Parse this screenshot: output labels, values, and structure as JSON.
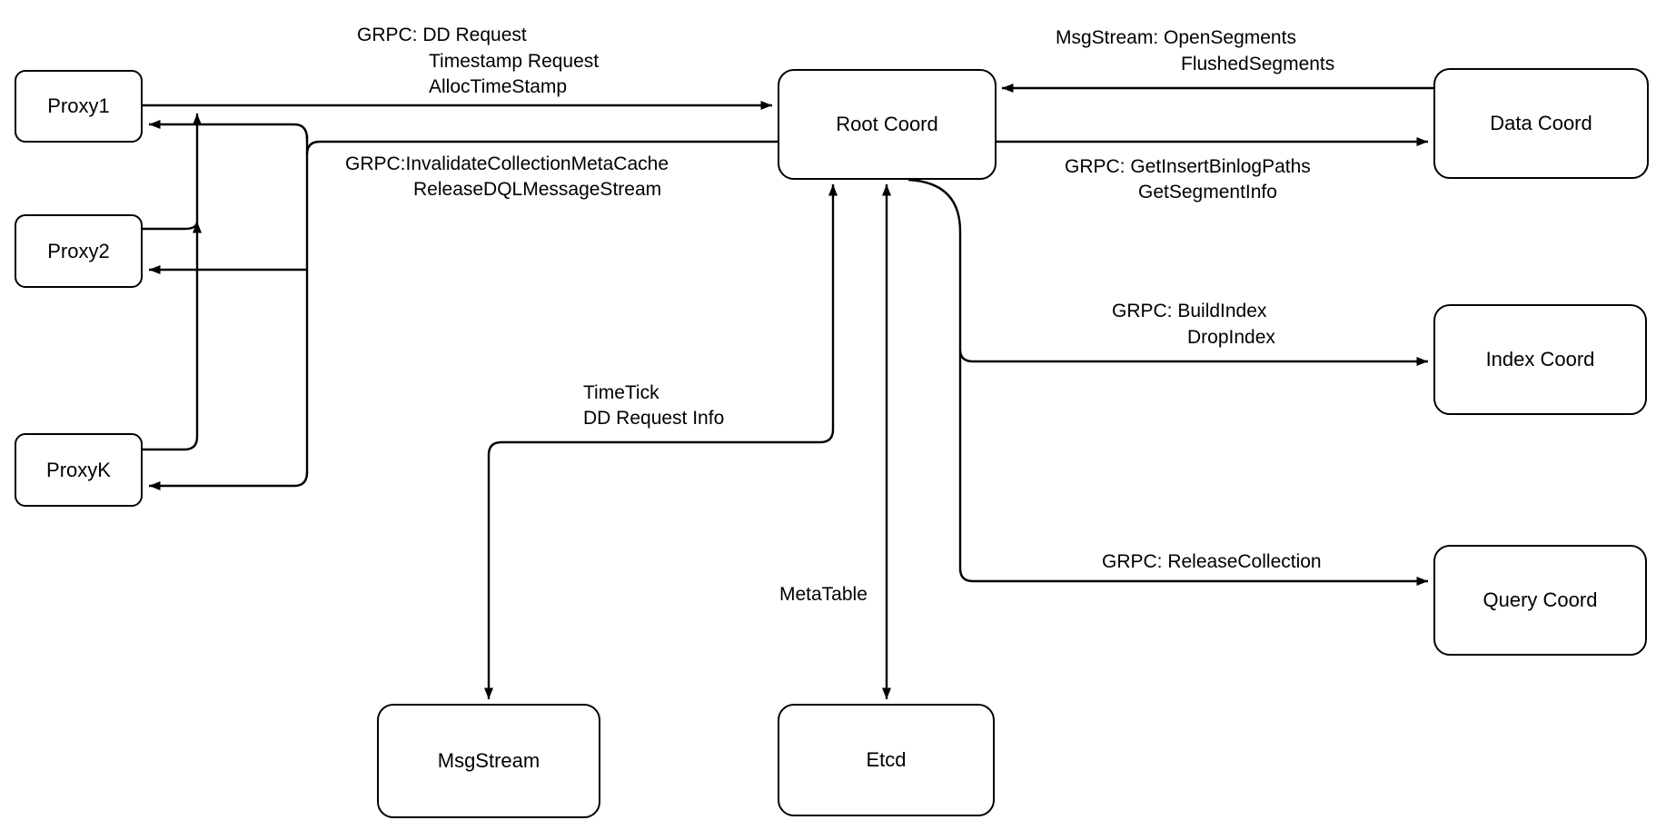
{
  "diagram_type": "architecture-flow-diagram",
  "colors": {
    "background": "#ffffff",
    "stroke": "#000000",
    "node_fill": "#ffffff",
    "text": "#000000"
  },
  "nodes": {
    "proxy1": {
      "label": "Proxy1"
    },
    "proxy2": {
      "label": "Proxy2"
    },
    "proxyk": {
      "label": "ProxyK"
    },
    "root_coord": {
      "label": "Root Coord"
    },
    "data_coord": {
      "label": "Data Coord"
    },
    "index_coord": {
      "label": "Index Coord"
    },
    "query_coord": {
      "label": "Query Coord"
    },
    "msgstream": {
      "label": "MsgStream"
    },
    "etcd": {
      "label": "Etcd"
    }
  },
  "edges": {
    "proxies_to_root": {
      "from": "Proxy1/Proxy2/ProxyK",
      "to": "Root Coord",
      "label_lines": [
        "GRPC: DD Request",
        "Timestamp Request",
        "AllocTimeStamp"
      ]
    },
    "root_to_proxies": {
      "from": "Root Coord",
      "to": "Proxy1/Proxy2/ProxyK",
      "label_lines": [
        "GRPC:InvalidateCollectionMetaCache",
        "ReleaseDQLMessageStream"
      ]
    },
    "data_to_root": {
      "from": "Data Coord",
      "to": "Root Coord",
      "label_lines": [
        "MsgStream: OpenSegments",
        "FlushedSegments"
      ]
    },
    "root_to_data": {
      "from": "Root Coord",
      "to": "Data Coord",
      "label_lines": [
        "GRPC: GetInsertBinlogPaths",
        "GetSegmentInfo"
      ]
    },
    "root_to_index": {
      "from": "Root Coord",
      "to": "Index Coord",
      "label_lines": [
        "GRPC: BuildIndex",
        "DropIndex"
      ]
    },
    "root_to_query": {
      "from": "Root Coord",
      "to": "Query Coord",
      "label_lines": [
        "GRPC: ReleaseCollection"
      ]
    },
    "root_to_msgstream": {
      "from": "Root Coord",
      "to": "MsgStream",
      "label_lines": [
        "TimeTick",
        "DD Request Info"
      ]
    },
    "root_to_etcd": {
      "from": "Root Coord",
      "to": "Etcd",
      "label_lines": [
        "MetaTable"
      ]
    }
  }
}
